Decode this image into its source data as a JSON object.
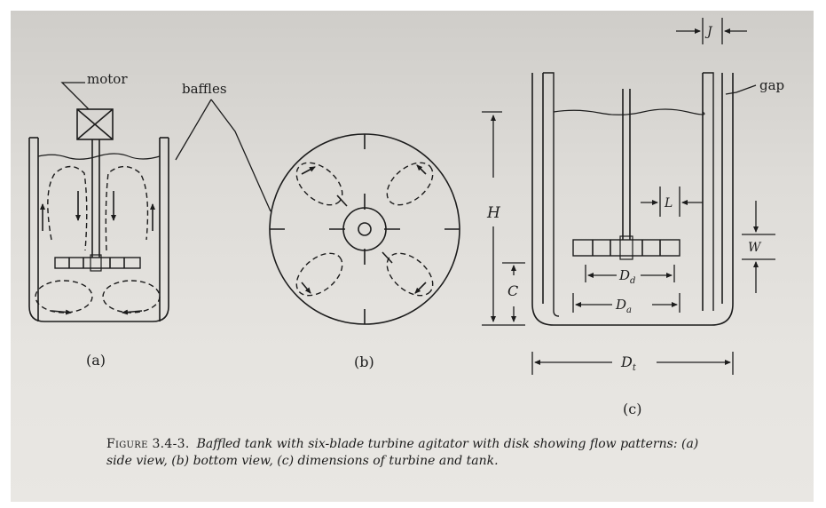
{
  "labels": {
    "motor": "motor",
    "baffles": "baffles",
    "gap": "gap",
    "view_a": "(a)",
    "view_b": "(b)",
    "view_c": "(c)",
    "dim_H": "H",
    "dim_C": "C",
    "dim_J": "J",
    "dim_L": "L",
    "dim_W": "W",
    "dim_Dd": "D",
    "dim_Dd_sub": "d",
    "dim_Da": "D",
    "dim_Da_sub": "a",
    "dim_Dt": "D",
    "dim_Dt_sub": "t"
  },
  "caption": {
    "figure_number": "Figure 3.4-3.",
    "text": "Baffled tank with six-blade turbine agitator with disk showing flow patterns: (a) side view, (b) bottom view, (c) dimensions of turbine and tank."
  },
  "colors": {
    "ink": "#1c1c1c",
    "paper": "#e2e0dc"
  }
}
